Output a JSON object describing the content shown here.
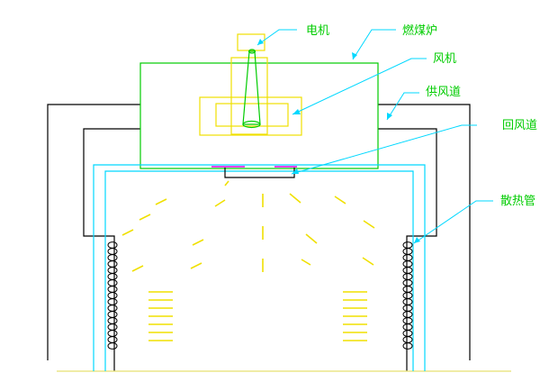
{
  "labels": {
    "motor": "电机",
    "stove": "燃煤炉",
    "fan": "风机",
    "supply_duct": "供风道",
    "return_duct": "回风道",
    "heat_pipe": "散热管"
  },
  "colors": {
    "green": "#00cc00",
    "black": "#000000",
    "cyan": "#00d8ff",
    "yellow": "#f0e000",
    "magenta": "#e000e0",
    "label": "#00cc00"
  },
  "heat_coil_turns": 17,
  "left_fins": 7,
  "right_fins": 7
}
